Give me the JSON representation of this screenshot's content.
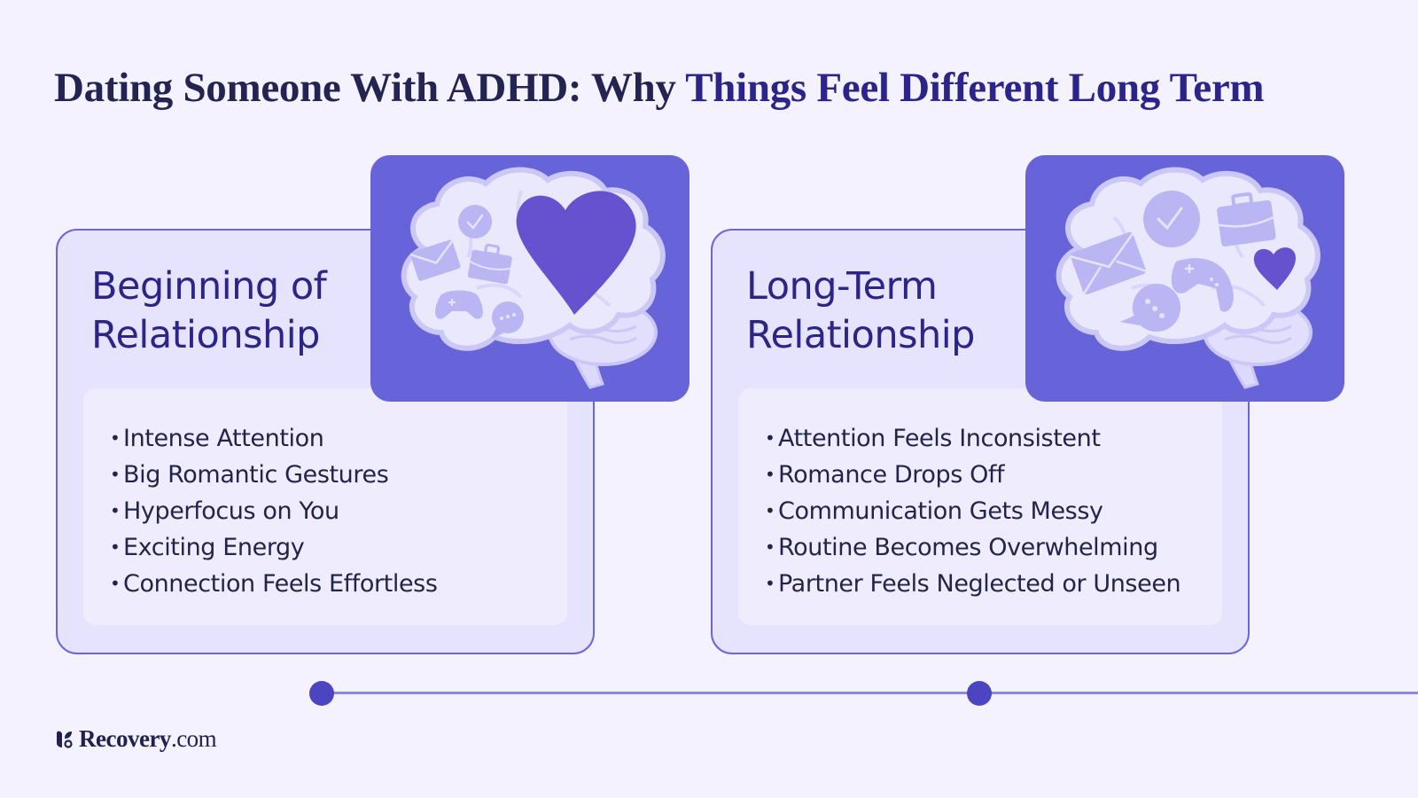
{
  "title": {
    "prefix": "Dating Someone With ADHD: Why ",
    "highlight": "Things Feel Different Long Term"
  },
  "colors": {
    "background": "#f3f2fe",
    "card_fill": "#e5e3fd",
    "card_border": "#6b67d9",
    "illustration_bg": "#6764d9",
    "heading_accent": "#2b2587",
    "timeline_dot": "#4b45c2",
    "timeline_line": "#8a86e6"
  },
  "cards": [
    {
      "heading_line1": "Beginning of",
      "heading_line2": "Relationship",
      "illustration": "brain-with-large-heart-icon",
      "items": [
        "Intense Attention",
        "Big Romantic Gestures",
        "Hyperfocus on You",
        "Exciting Energy",
        "Connection Feels Effortless"
      ]
    },
    {
      "heading_line1": "Long-Term",
      "heading_line2": "Relationship",
      "illustration": "brain-with-small-heart-icon",
      "items": [
        "Attention Feels Inconsistent",
        "Romance Drops Off",
        "Communication Gets Messy",
        "Routine Becomes Overwhelming",
        "Partner Feels Neglected or Unseen"
      ]
    }
  ],
  "bullet": "•",
  "brand": {
    "name": "Recovery",
    "tld": ".com",
    "logo_icon": "recovery-leaf-logo-icon"
  }
}
